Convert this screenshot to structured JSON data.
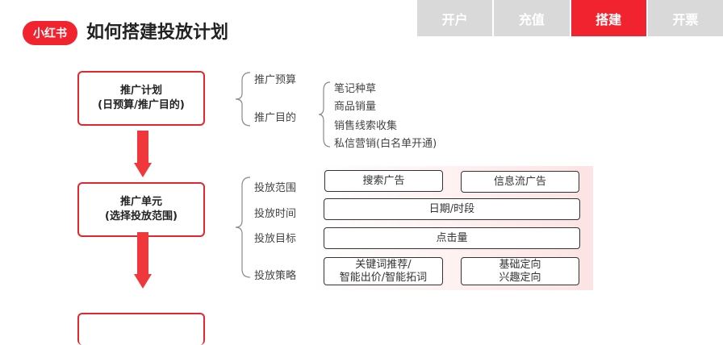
{
  "header": {
    "logo_text": "小红书",
    "title": "如何搭建投放计划",
    "tabs": [
      {
        "label": "开户",
        "active": false
      },
      {
        "label": "充值",
        "active": false
      },
      {
        "label": "搭建",
        "active": true
      },
      {
        "label": "开票",
        "active": false
      }
    ]
  },
  "colors": {
    "accent": "#f0232f",
    "tab_inactive": "#d9d9d9"
  },
  "steps": [
    {
      "line1": "推广计划",
      "line2": "(日预算/推广目的)"
    },
    {
      "line1": "推广单元",
      "line2": "(选择投放范围)"
    }
  ],
  "plan": {
    "budget_label": "推广预算",
    "goal_label": "推广目的",
    "goals": [
      "笔记种草",
      "商品销量",
      "销售线索收集",
      "私信营销(白名单开通)"
    ]
  },
  "unit": {
    "scope_label": "投放范围",
    "time_label": "投放时间",
    "target_label": "投放目标",
    "strategy_label": "投放策略",
    "scope_options": [
      "搜索广告",
      "信息流广告"
    ],
    "time_value": "日期/时段",
    "target_value": "点击量",
    "strategy_left": [
      "关键词推荐/",
      "智能出价/智能拓词"
    ],
    "strategy_right": [
      "基础定向",
      "兴趣定向"
    ]
  }
}
